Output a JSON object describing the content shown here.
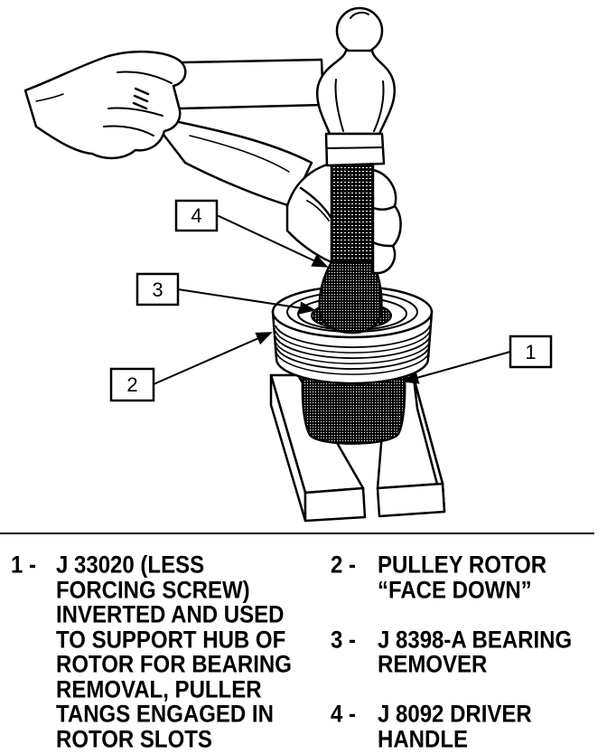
{
  "figure": {
    "callouts": [
      {
        "label": "1"
      },
      {
        "label": "2"
      },
      {
        "label": "3"
      },
      {
        "label": "4"
      }
    ]
  },
  "legend": {
    "items": [
      {
        "marker": "1 -",
        "lines": [
          "J 33020 (LESS",
          "FORCING SCREW)",
          "INVERTED AND USED",
          "TO SUPPORT HUB OF",
          "ROTOR FOR BEARING",
          "REMOVAL, PULLER",
          "TANGS ENGAGED IN",
          "ROTOR SLOTS"
        ]
      },
      {
        "marker": "2 -",
        "lines": [
          "PULLEY ROTOR",
          "“FACE DOWN”"
        ]
      },
      {
        "marker": "3 -",
        "lines": [
          "J 8398-A BEARING",
          "REMOVER"
        ]
      },
      {
        "marker": "4 -",
        "lines": [
          "J 8092 DRIVER",
          "HANDLE"
        ]
      }
    ]
  }
}
